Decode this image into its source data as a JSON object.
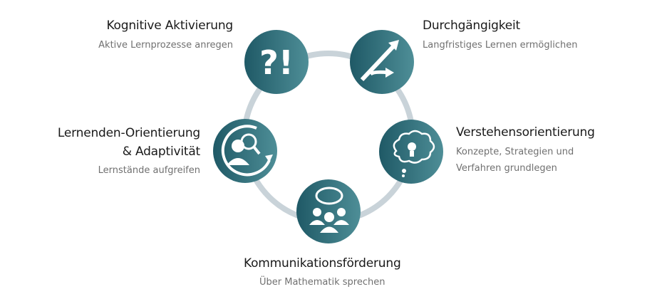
{
  "items": [
    {
      "title": "Kognitive Aktivierung",
      "subtitle": "Aktive Lernprozesse anregen",
      "icon": "question-exclamation-icon"
    },
    {
      "title": "Durchgängigkeit",
      "subtitle": "Langfristiges Lernen ermöglichen",
      "icon": "diverging-arrows-icon"
    },
    {
      "title": "Verstehensorientierung",
      "subtitle_lines": [
        "Konzepte, Strategien und",
        "Verfahren grundlegen"
      ],
      "icon": "lightbulb-thought-icon"
    },
    {
      "title": "Kommunikationsförderung",
      "subtitle": "Über Mathematik sprechen",
      "icon": "speech-group-icon"
    },
    {
      "title_lines": [
        "Lernenden-Orientierung",
        "& Adaptivität"
      ],
      "subtitle": "Lernstände aufgreifen",
      "icon": "magnifier-person-icon"
    }
  ],
  "icon_text": "?!",
  "colors": {
    "teal_dark": "#1f5966",
    "teal_light": "#4e8e97",
    "ring": "#c9d3d9"
  }
}
